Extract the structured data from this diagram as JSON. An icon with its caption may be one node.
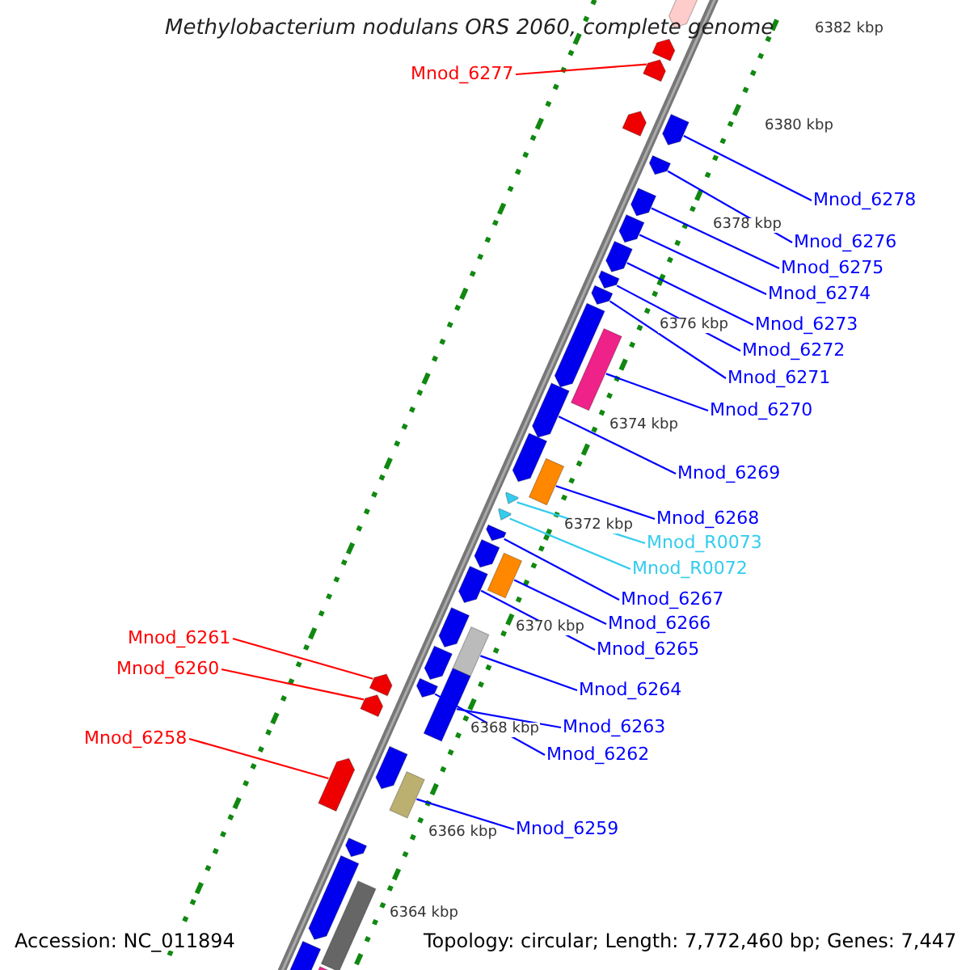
{
  "diagram": {
    "title": "Methylobacterium nodulans ORS 2060, complete genome",
    "nodes": [
      {
        "text": [
          "Mnod_6277"
        ]
      },
      {
        "text": [
          "Mnod_6278"
        ]
      },
      {
        "text": [
          "Mnod_6276"
        ]
      },
      {
        "text": [
          "Mnod_6275"
        ]
      },
      {
        "text": [
          "Mnod_6274"
        ]
      },
      {
        "text": [
          "Mnod_6273"
        ]
      },
      {
        "text": [
          "Mnod_6272"
        ]
      },
      {
        "text": [
          "Mnod_6271"
        ]
      },
      {
        "text": [
          "Mnod_6270"
        ]
      },
      {
        "text": [
          "Mnod_6269"
        ]
      },
      {
        "text": [
          "Mnod_6268"
        ]
      },
      {
        "text": [
          "Mnod_R0073"
        ]
      },
      {
        "text": [
          "Mnod_R0072"
        ]
      },
      {
        "text": [
          "Mnod_6267"
        ]
      },
      {
        "text": [
          "Mnod_6266"
        ]
      },
      {
        "text": [
          "Mnod_6261"
        ]
      },
      {
        "text": [
          "Mnod_6265"
        ]
      },
      {
        "text": [
          "Mnod_6260"
        ]
      },
      {
        "text": [
          "Mnod_6264"
        ]
      },
      {
        "text": [
          "Mnod_6263"
        ]
      },
      {
        "text": [
          "Mnod_6258"
        ]
      },
      {
        "text": [
          "Mnod_6262"
        ]
      },
      {
        "text": [
          "Mnod_6259"
        ]
      },
      {
        "text": [],
        "shape": "arrow"
      },
      {
        "text": [],
        "shape": "arrow"
      },
      {
        "text": [],
        "shape": "arrow"
      },
      {
        "text": [],
        "shape": "arrow"
      },
      {
        "text": [],
        "shape": "arrow"
      },
      {
        "text": [],
        "shape": "arrow"
      },
      {
        "text": [],
        "shape": "arrow"
      },
      {
        "text": [],
        "shape": "arrow"
      },
      {
        "text": [],
        "shape": "arrow"
      },
      {
        "text": [],
        "shape": "arrow"
      },
      {
        "text": [],
        "shape": "arrow"
      },
      {
        "text": [],
        "shape": "arrow"
      },
      {
        "text": [],
        "shape": "box"
      },
      {
        "text": [],
        "shape": "arrow"
      },
      {
        "text": [],
        "shape": "arrow"
      },
      {
        "text": [],
        "shape": "box"
      },
      {
        "text": [],
        "shape": "arrow"
      },
      {
        "text": [],
        "shape": "arrow"
      },
      {
        "text": [],
        "shape": "arrow"
      },
      {
        "text": [],
        "shape": "arrow"
      },
      {
        "text": [],
        "shape": "box"
      },
      {
        "text": [],
        "shape": "arrow"
      },
      {
        "text": [],
        "shape": "arrow"
      },
      {
        "text": [],
        "shape": "box"
      },
      {
        "text": [],
        "shape": "arrow"
      },
      {
        "text": [],
        "shape": "box"
      },
      {
        "text": [],
        "shape": "arrow"
      },
      {
        "text": [],
        "shape": "arrow"
      },
      {
        "text": [],
        "shape": "arrow"
      },
      {
        "text": [],
        "shape": "arrow"
      },
      {
        "text": [],
        "shape": "box"
      },
      {
        "text": [],
        "shape": "arrow"
      },
      {
        "text": [],
        "shape": "arrow"
      },
      {
        "text": [],
        "shape": "arrow"
      },
      {
        "text": [],
        "shape": "box"
      },
      {
        "text": [],
        "shape": "arrow"
      },
      {
        "text": [],
        "shape": "box"
      }
    ],
    "edges": [
      {
        "from": 0,
        "to": 25,
        "arrow": "none",
        "color": "#ff0000"
      },
      {
        "from": 1,
        "to": 26,
        "arrow": "none"
      },
      {
        "from": 2,
        "to": 28,
        "arrow": "none"
      },
      {
        "from": 3,
        "to": 29,
        "arrow": "none"
      },
      {
        "from": 4,
        "to": 30,
        "arrow": "none"
      },
      {
        "from": 5,
        "to": 31,
        "arrow": "none"
      },
      {
        "from": 6,
        "to": 32,
        "arrow": "none"
      },
      {
        "from": 7,
        "to": 33,
        "arrow": "none"
      },
      {
        "from": 8,
        "to": 35,
        "arrow": "none"
      },
      {
        "from": 9,
        "to": 36,
        "arrow": "none"
      },
      {
        "from": 10,
        "to": 38,
        "arrow": "none"
      },
      {
        "from": 11,
        "to": 39,
        "arrow": "none",
        "color": "#33ccee"
      },
      {
        "from": 12,
        "to": 40,
        "arrow": "none",
        "color": "#33ccee"
      },
      {
        "from": 13,
        "to": 41,
        "arrow": "none"
      },
      {
        "from": 14,
        "to": 43,
        "arrow": "none"
      },
      {
        "from": 15,
        "to": 50,
        "arrow": "none",
        "color": "#ff0000"
      },
      {
        "from": 16,
        "to": 44,
        "arrow": "none"
      },
      {
        "from": 17,
        "to": 51,
        "arrow": "none",
        "color": "#ff0000"
      },
      {
        "from": 18,
        "to": 46,
        "arrow": "none"
      },
      {
        "from": 19,
        "to": 48,
        "arrow": "none"
      },
      {
        "from": 20,
        "to": 54,
        "arrow": "none",
        "color": "#ff0000"
      },
      {
        "from": 21,
        "to": 49,
        "arrow": "none"
      },
      {
        "from": 22,
        "to": 53,
        "arrow": "none"
      }
    ],
    "labels": [
      "6382 kbp",
      "6380 kbp",
      "6378 kbp",
      "6376 kbp",
      "6374 kbp",
      "6372 kbp",
      "6370 kbp",
      "6368 kbp",
      "6366 kbp",
      "6364 kbp",
      "Accession: NC_011894",
      "Topology: circular; Length: 7,772,460 bp; Genes: 7,447"
    ]
  }
}
